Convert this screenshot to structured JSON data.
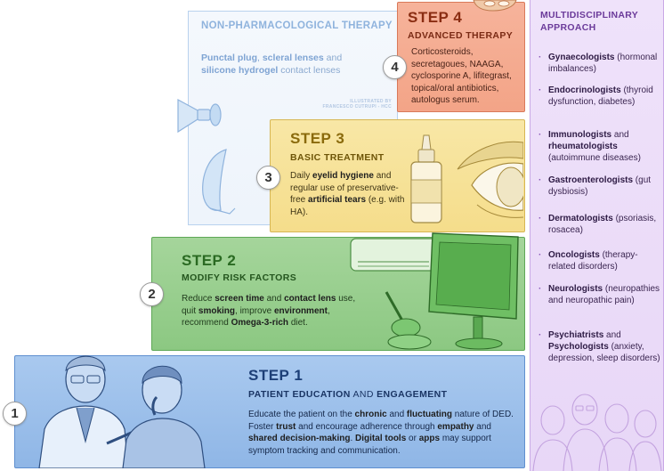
{
  "nonpharm": {
    "title": "NON-PHARMACOLOGICAL THERAPY",
    "t1": "Punctal plug",
    "t2": ", ",
    "t3": "scleral lenses",
    "t4": " and ",
    "t5": "silicone hydrogel",
    "t6": " contact lenses",
    "credit1": "ILLUSTRATED BY",
    "credit2": "FRANCESCO CUTRUPI - HCC"
  },
  "step4": {
    "number": "4",
    "title": "STEP 4",
    "subtitle": "ADVANCED THERAPY",
    "text": "Corticosteroids, secretagoues, NAAGA, cyclosporine A, lifitegrast, topical/oral antibiotics, autologus serum."
  },
  "step3": {
    "number": "3",
    "title": "STEP 3",
    "subtitle": "BASIC TREATMENT",
    "t1": "Daily ",
    "t2": "eyelid hygiene",
    "t3": " and regular use of preservative-free ",
    "t4": "artificial tears",
    "t5": " (e.g. with HA)."
  },
  "step2": {
    "number": "2",
    "title": "STEP 2",
    "subtitle": "MODIFY RISK FACTORS",
    "t1": "Reduce ",
    "t2": "screen time",
    "t3": " and ",
    "t4": "contact lens",
    "t5": " use, quit ",
    "t6": "smoking",
    "t7": ", improve ",
    "t8": "environment",
    "t9": ", recommend ",
    "t10": "Omega-3-rich",
    "t11": " diet."
  },
  "step1": {
    "number": "1",
    "title": "STEP 1",
    "sub1": "PATIENT EDUCATION",
    "sub2": " AND ",
    "sub3": "ENGAGEMENT",
    "t1": "Educate the patient on the ",
    "t2": "chronic",
    "t3": " and ",
    "t4": "fluctuating",
    "t5": " nature of DED. Foster ",
    "t6": "trust",
    "t7": " and encourage adherence through ",
    "t8": "empathy",
    "t9": " and ",
    "t10": "shared decision-making",
    "t11": ". ",
    "t12": "Digital tools",
    "t13": " or ",
    "t14": "apps",
    "t15": " may support symptom tracking and communication."
  },
  "multi": {
    "title": "MULTIDISCIPLINARY APPROACH",
    "bullet": "·",
    "items": [
      {
        "bold": "Gynaecologists",
        "rest": " (hormonal imbalances)"
      },
      {
        "bold": "Endocrinologists",
        "rest": " (thyroid dysfunction, diabetes)"
      },
      {
        "bold": "Immunologists",
        "mid": " and ",
        "bold2": "rheumatologists",
        "rest": " (autoimmune diseases)"
      },
      {
        "bold": "Gastroenterologists",
        "rest": " (gut dysbiosis)"
      },
      {
        "bold": "Dermatologists",
        "rest": " (psoriasis, rosacea)"
      },
      {
        "bold": "Oncologists",
        "rest": " (therapy-related disorders)"
      },
      {
        "bold": "Neurologists",
        "rest": " (neuropathies and neuropathic pain)"
      },
      {
        "bold": "Psychiatrists",
        "mid": " and ",
        "bold2": "Psychologists",
        "rest": " (anxiety, depression, sleep disorders)"
      }
    ]
  },
  "colors": {
    "step1": "#8fb6e6",
    "step2": "#8cc882",
    "step3": "#f5dd8b",
    "step4": "#f3a487",
    "nonpharm": "#eef4fb",
    "multi": "#e8d7f7"
  }
}
